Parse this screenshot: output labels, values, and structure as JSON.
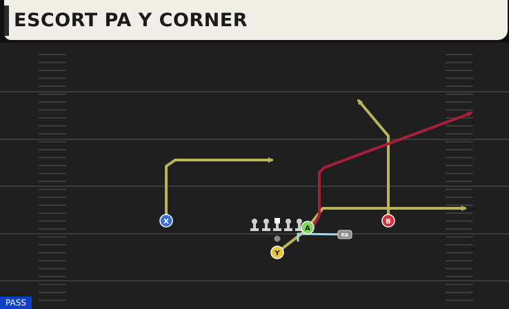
{
  "play": {
    "title": "ESCORT PA Y CORNER",
    "formation_type": "PASS"
  },
  "players": [
    {
      "id": "X",
      "label": "X",
      "color": "#3b6fd8",
      "route_color": "#b8b45a"
    },
    {
      "id": "Y",
      "label": "Y",
      "color": "#e6c53d",
      "route_color": "#b8b45a"
    },
    {
      "id": "A",
      "label": "A",
      "color": "#7ed85a",
      "route_color": "#b8b45a"
    },
    {
      "id": "B",
      "label": "B",
      "color": "#d6303b",
      "route_color": "#b8b45a"
    },
    {
      "id": "RB",
      "label": "RB",
      "color": "#8e8e8e",
      "route_color": "#a8d8e8"
    },
    {
      "id": "deep",
      "route_color": "#a81f3a"
    }
  ],
  "colors": {
    "field": "#1f1f1f",
    "yard_line": "#3a3a3a",
    "hash": "#3c3c3c",
    "lineman": "#d0d0d0",
    "center": "#ffffff",
    "qb_dot": "#8a8a8a",
    "pass_tag": "#1140c8"
  },
  "icons": [
    "lineman-icon",
    "center-icon",
    "qb-icon"
  ]
}
